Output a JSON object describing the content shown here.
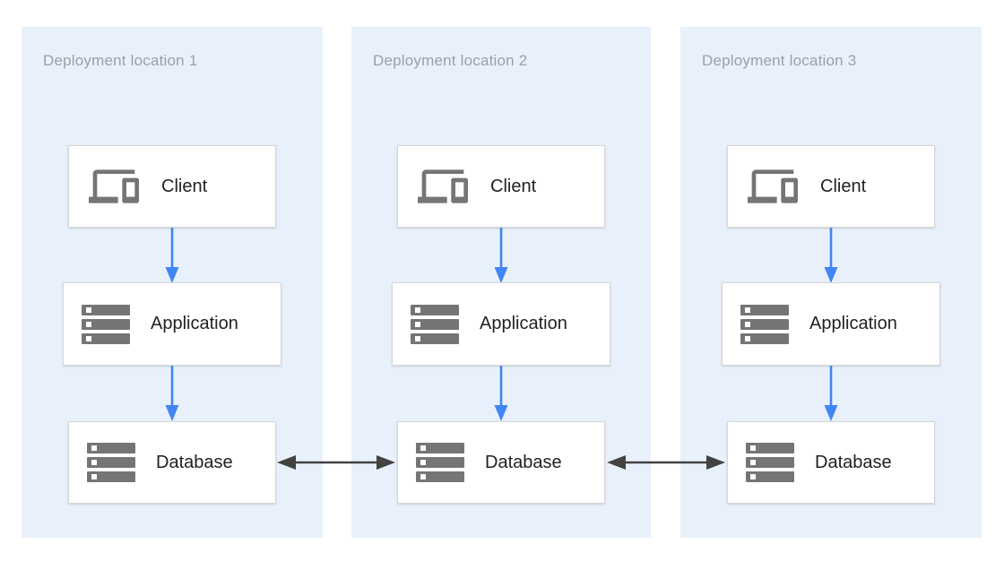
{
  "panels": [
    {
      "title": "Deployment location 1",
      "nodes": [
        {
          "label": "Client",
          "icon": "devices-icon"
        },
        {
          "label": "Application",
          "icon": "server-rack-icon"
        },
        {
          "label": "Database",
          "icon": "server-rack-icon"
        }
      ]
    },
    {
      "title": "Deployment location 2",
      "nodes": [
        {
          "label": "Client",
          "icon": "devices-icon"
        },
        {
          "label": "Application",
          "icon": "server-rack-icon"
        },
        {
          "label": "Database",
          "icon": "server-rack-icon"
        }
      ]
    },
    {
      "title": "Deployment location 3",
      "nodes": [
        {
          "label": "Client",
          "icon": "devices-icon"
        },
        {
          "label": "Application",
          "icon": "server-rack-icon"
        },
        {
          "label": "Database",
          "icon": "server-rack-icon"
        }
      ]
    }
  ],
  "edges": [
    {
      "from": "Client",
      "to": "Application",
      "scope": "within each location",
      "type": "directed-down",
      "color": "#4285f4"
    },
    {
      "from": "Application",
      "to": "Database",
      "scope": "within each location",
      "type": "directed-down",
      "color": "#4285f4"
    },
    {
      "from": "Database (location 1)",
      "to": "Database (location 2)",
      "type": "bidirectional",
      "color": "#424242"
    },
    {
      "from": "Database (location 2)",
      "to": "Database (location 3)",
      "type": "bidirectional",
      "color": "#424242"
    }
  ],
  "colors": {
    "page_background": "#ffffff",
    "panel_background": "#e8f1fb",
    "panel_title_text": "#9aa0a6",
    "node_background": "#ffffff",
    "node_border": "#d6d6d6",
    "node_label_text": "#212124",
    "icon_gray": "#757575",
    "flow_arrow_blue": "#4285f4",
    "replication_arrow_dark": "#424242"
  }
}
